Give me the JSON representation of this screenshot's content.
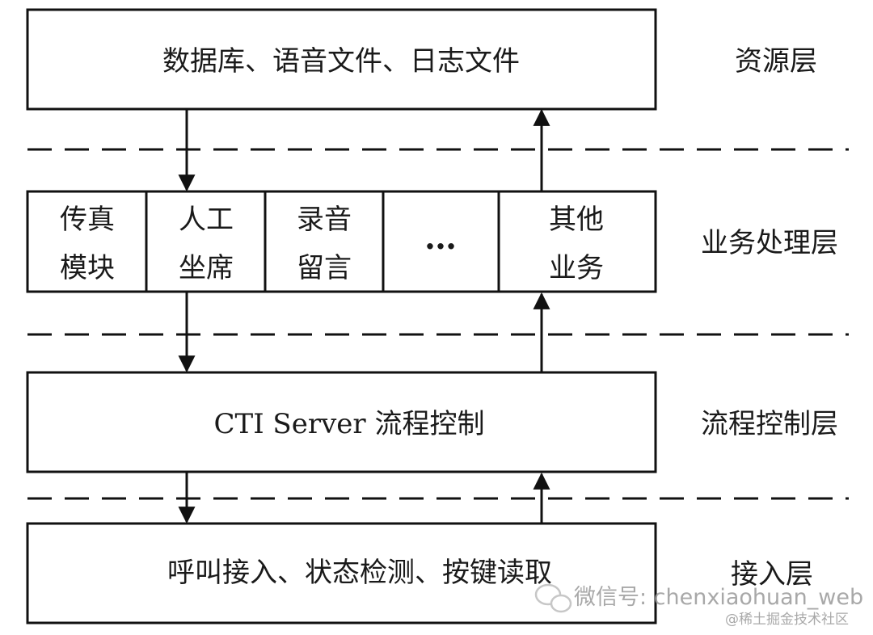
{
  "layers": {
    "resource": {
      "box_text": "数据库、语音文件、日志文件",
      "label": "资源层"
    },
    "business": {
      "label": "业务处理层",
      "modules": [
        {
          "line1": "传真",
          "line2": "模块"
        },
        {
          "line1": "人工",
          "line2": "坐席"
        },
        {
          "line1": "录音",
          "line2": "留言"
        },
        {
          "line1": "…",
          "line2": ""
        },
        {
          "line1": "其他",
          "line2": "业务"
        }
      ]
    },
    "flow": {
      "box_text": "CTI Server 流程控制",
      "label": "流程控制层"
    },
    "access": {
      "box_text": "呼叫接入、状态检测、按键读取",
      "label": "接入层"
    }
  },
  "watermark": {
    "line1": "微信号: chenxiaohuan_web",
    "line2": "@稀土掘金技术社区"
  },
  "colors": {
    "stroke": "#111111",
    "watermark": "#9a9a9a"
  }
}
